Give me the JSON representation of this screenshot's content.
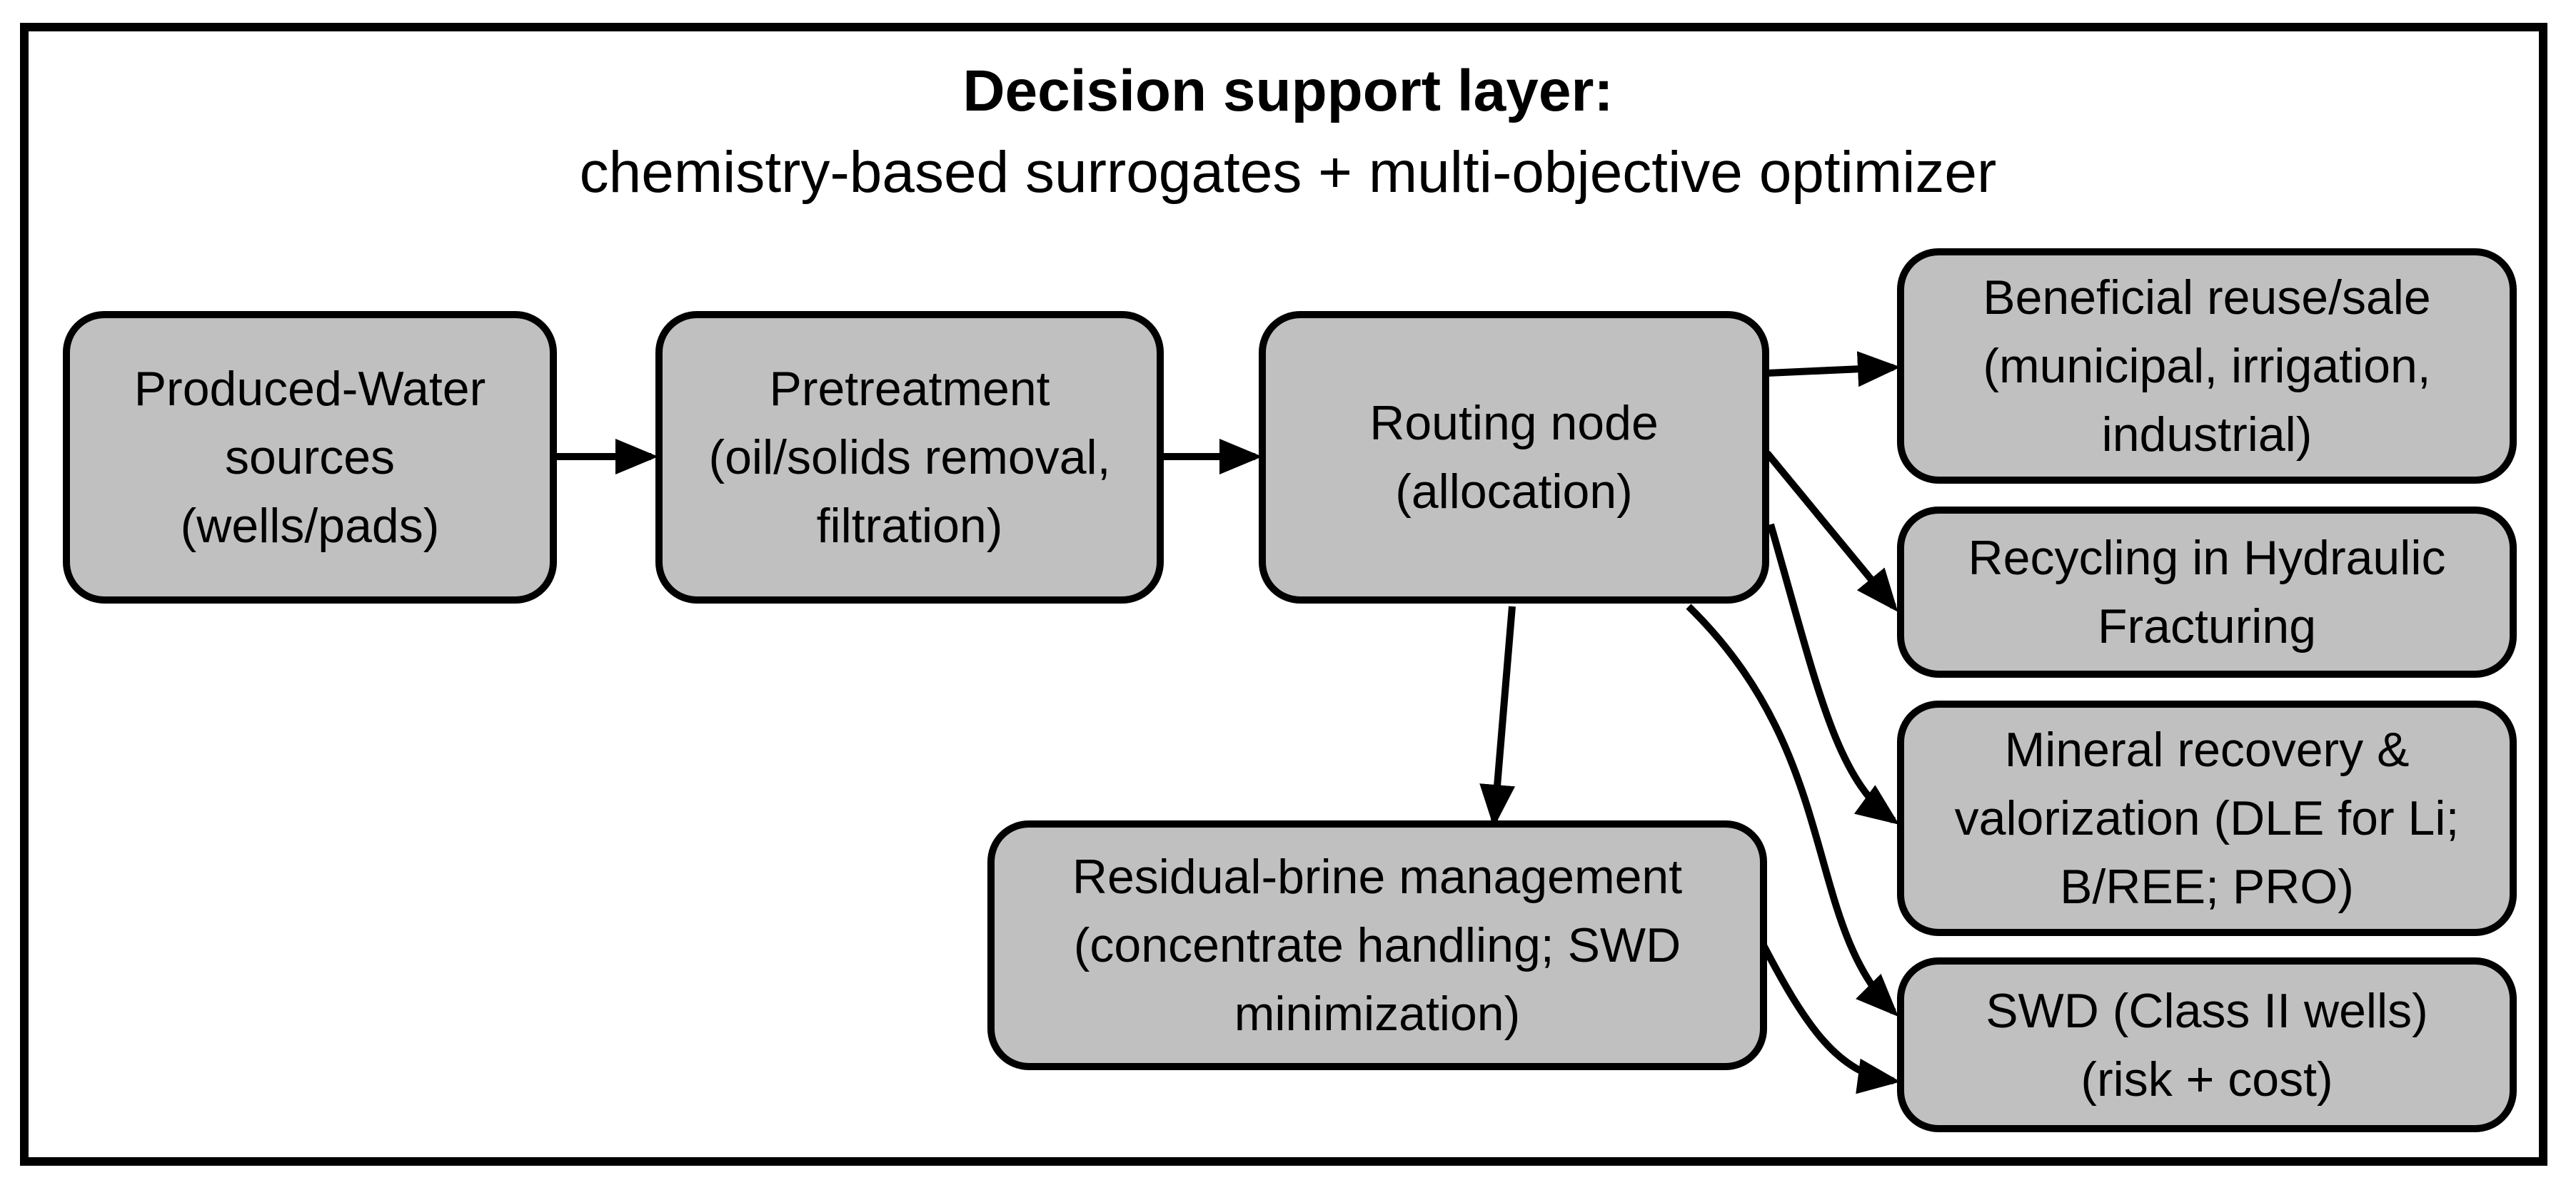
{
  "title": {
    "heading": "Decision support layer:",
    "subheading": "chemistry-based surrogates + multi-objective optimizer"
  },
  "nodes": {
    "sources": [
      "Produced-Water",
      "sources",
      "(wells/pads)"
    ],
    "pretreatment": [
      "Pretreatment",
      "(oil/solids removal,",
      "filtration)"
    ],
    "routing": [
      "Routing node",
      "(allocation)"
    ],
    "beneficial_reuse": [
      "Beneficial reuse/sale",
      "(municipal, irrigation,",
      "industrial)"
    ],
    "recycling": [
      "Recycling in Hydraulic",
      "Fracturing"
    ],
    "mineral_recovery": [
      "Mineral recovery &",
      "valorization (DLE for Li;",
      "B/REE; PRO)"
    ],
    "swd": [
      "SWD (Class II wells)",
      "(risk + cost)"
    ],
    "residual_brine": [
      "Residual-brine management",
      "(concentrate handling; SWD",
      "minimization)"
    ]
  },
  "style": {
    "box_fill": "#c0c0c0",
    "stroke": "#000000",
    "background": "#ffffff"
  }
}
